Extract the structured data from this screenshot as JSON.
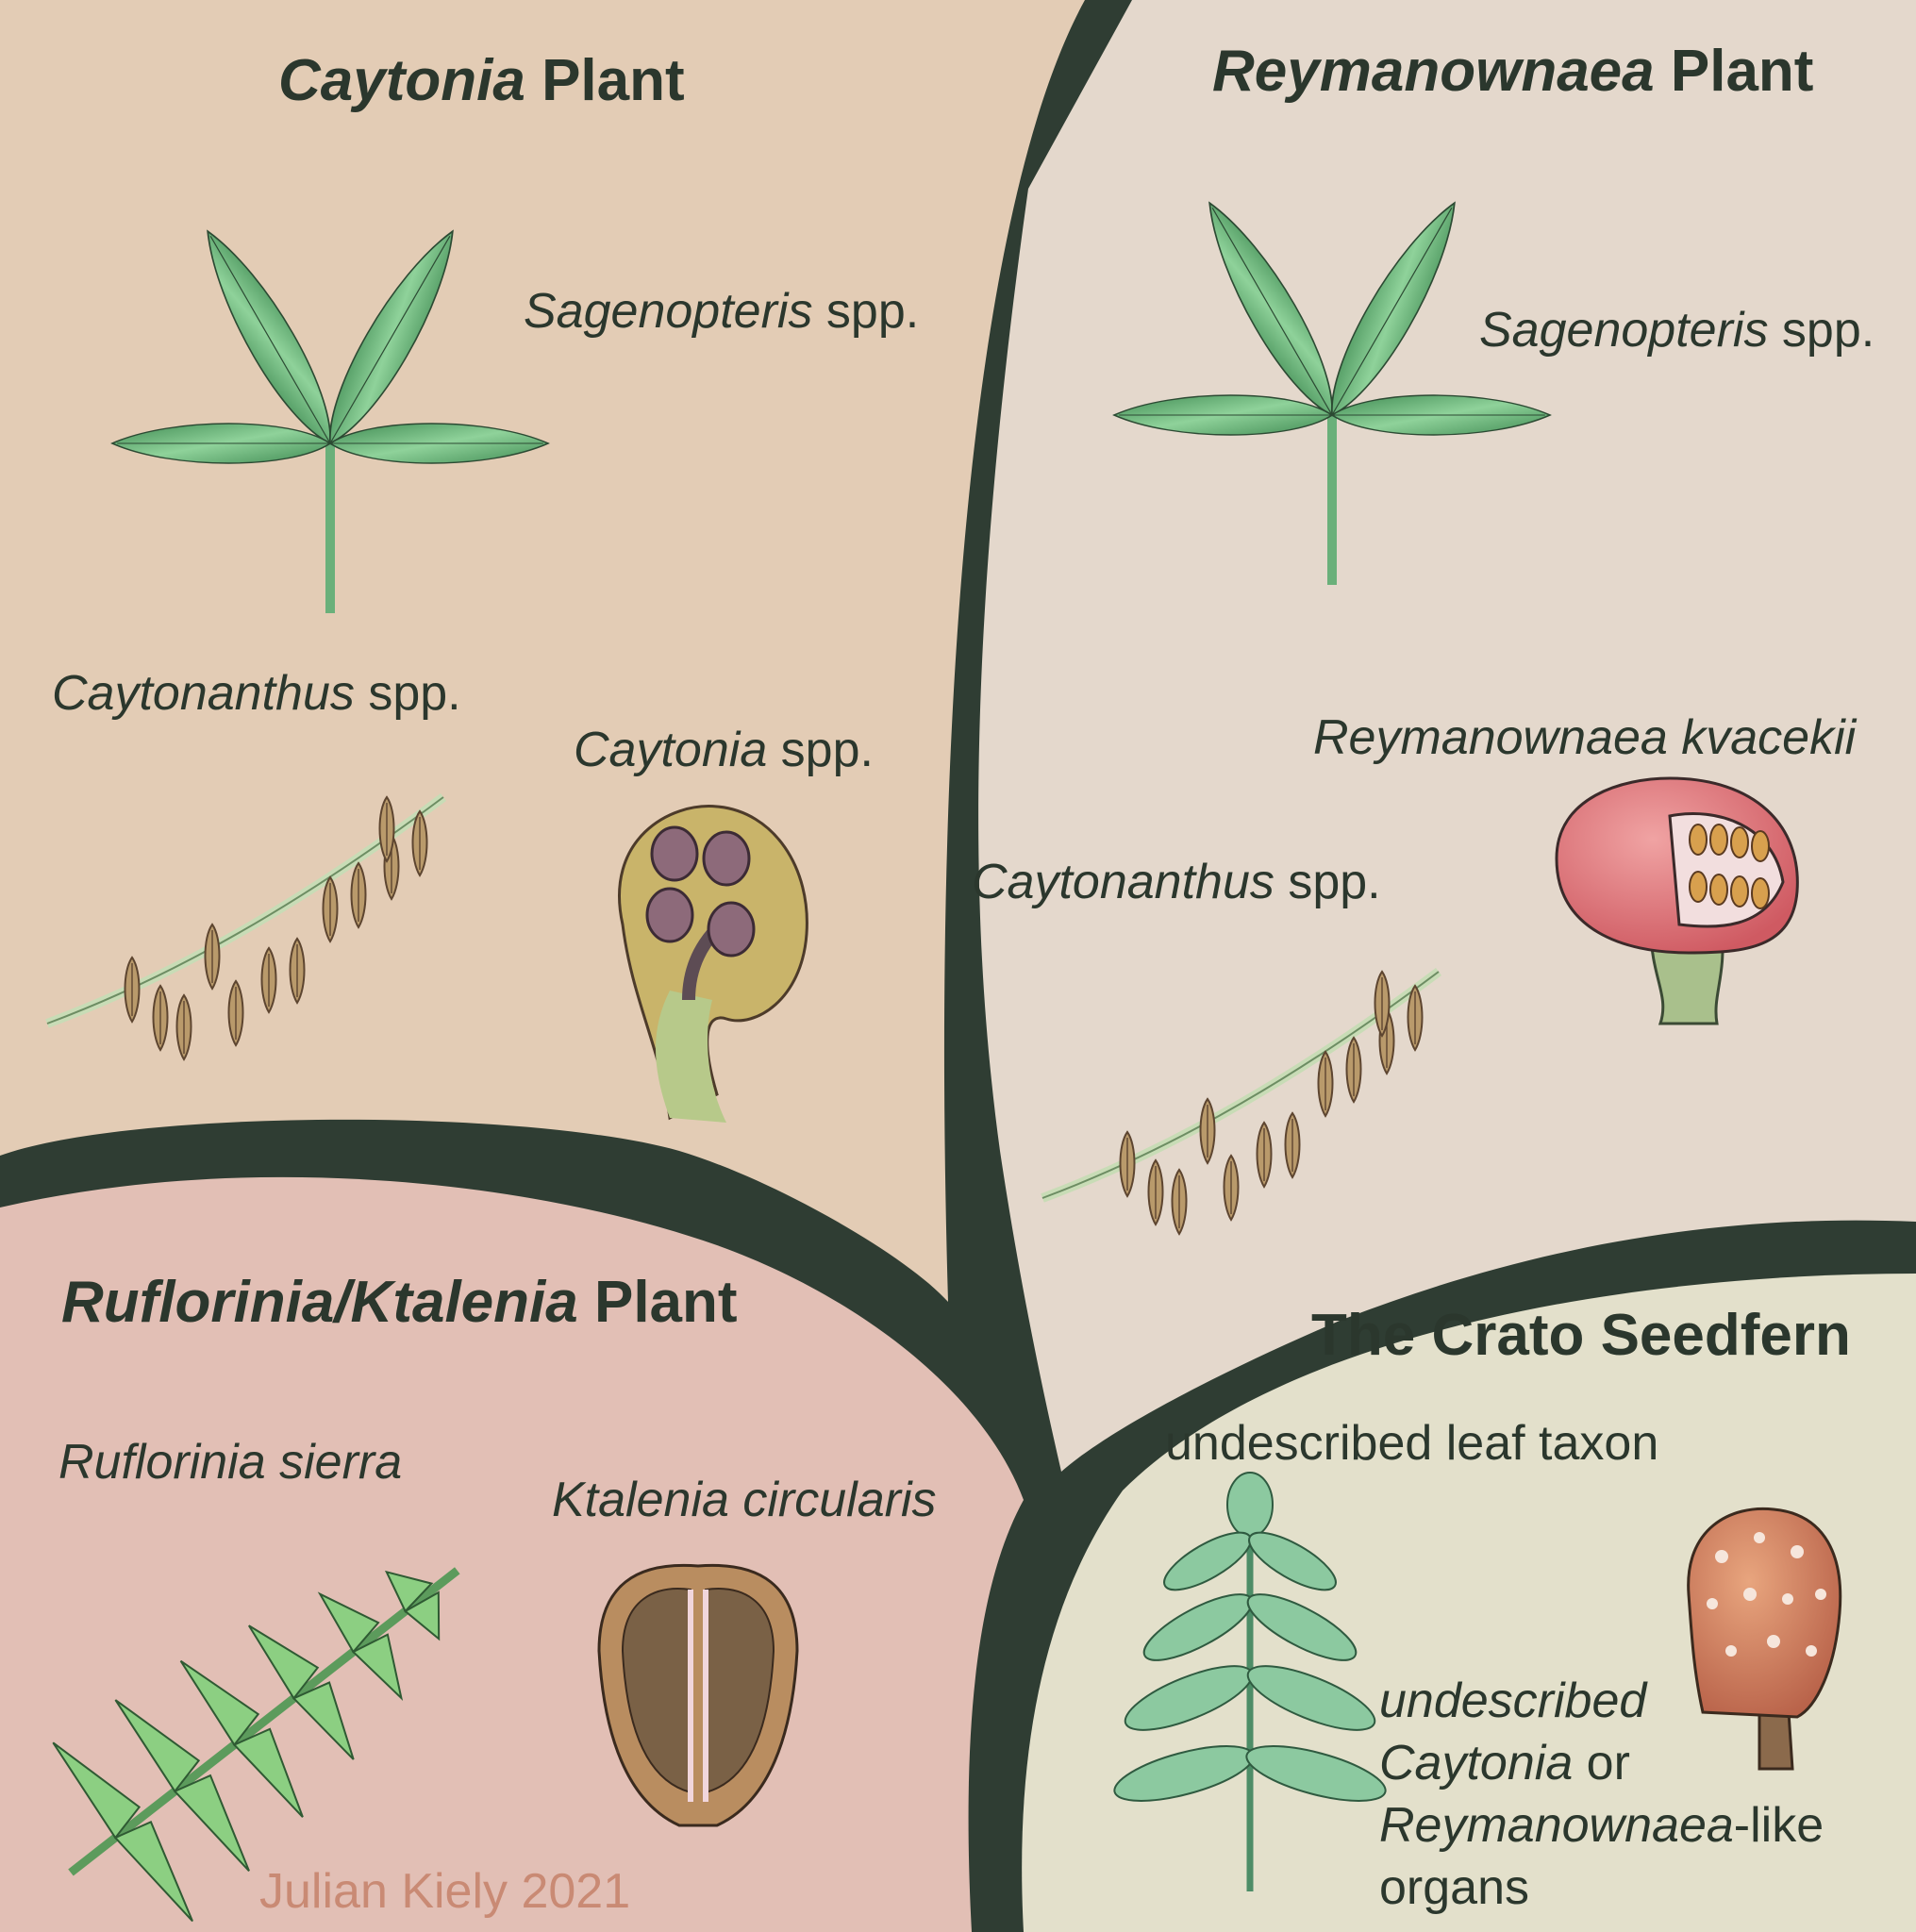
{
  "panels": {
    "caytonia": {
      "title_italic": "Caytonia",
      "title_rest": " Plant",
      "leaf_italic": "Sagenopteris",
      "leaf_rest": " spp.",
      "pollen_italic": "Caytonanthus",
      "pollen_rest": " spp.",
      "seed_italic": "Caytonia",
      "seed_rest": " spp."
    },
    "reymanownaea": {
      "title_italic": "Reymanownaea",
      "title_rest": " Plant",
      "leaf_italic": "Sagenopteris",
      "leaf_rest": " spp.",
      "seed_name": "Reymanownaea kvacekii",
      "pollen_italic": "Caytonanthus",
      "pollen_rest": " spp."
    },
    "ruflorinia": {
      "title_italic": "Ruflorinia/Ktalenia",
      "title_rest": " Plant",
      "leaf_name": "Ruflorinia sierra",
      "seed_name": "Ktalenia circularis",
      "credit": "Julian Kiely 2021"
    },
    "crato": {
      "title": "The Crato Seedfern",
      "leaf_label": "undescribed leaf taxon",
      "organ_line1": "undescribed",
      "organ_line2_italic": "Caytonia",
      "organ_line2_rest": " or",
      "organ_line3_italic": "Reymanownaea",
      "organ_line3_rest": "-like",
      "organ_line4": "organs"
    }
  },
  "colors": {
    "border": "#2f3d33",
    "caytonia_bg": "#e3ccb5",
    "reymanownaea_bg": "#e4d8cc",
    "ruflorinia_bg": "#e2bfb5",
    "crato_bg": "#e3e0cb",
    "leaf_green": "#5aa36a",
    "text": "#2b372d",
    "credit": "#c98a74"
  },
  "icons": [
    "sagenopteris-leaf",
    "caytonanthus-pollen-organ",
    "caytonia-cupule",
    "reymanownaea-cupule",
    "ruflorinia-frond",
    "ktalenia-cupule",
    "crato-leaf",
    "crato-organ"
  ]
}
